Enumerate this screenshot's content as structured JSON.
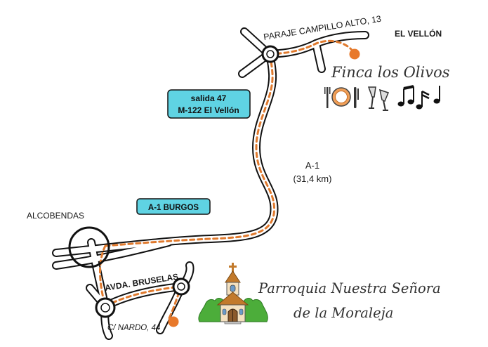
{
  "colors": {
    "road_outline": "#111111",
    "route_dash": "#e07a2e",
    "sign_fill": "#5fd3e3",
    "marker": "#e8792b",
    "church_wall": "#f4e1c0",
    "church_roof": "#c27a2c",
    "tree": "#4cad3a"
  },
  "labels": {
    "street_top": "PARAJE CAMPILLO ALTO, 13",
    "town_top": "EL VELLÓN",
    "venue_name": "Finca los Olivos",
    "exit_line1": "salida 47",
    "exit_line2": "M-122  El Vellón",
    "highway": "A-1",
    "distance": "(31,4 km)",
    "alcobendas": "ALCOBENDAS",
    "highway_sign": "A-1 BURGOS",
    "avenue": "AVDA. BRUSELAS",
    "street_bottom": "C/ NARDO, 44",
    "church_line1": "Parroquia Nuestra Señora",
    "church_line2": "de la Moraleja"
  },
  "icons": [
    "place-setting-icon",
    "champagne-toast-icon",
    "music-notes-icon",
    "church-icon",
    "location-marker-icon"
  ]
}
